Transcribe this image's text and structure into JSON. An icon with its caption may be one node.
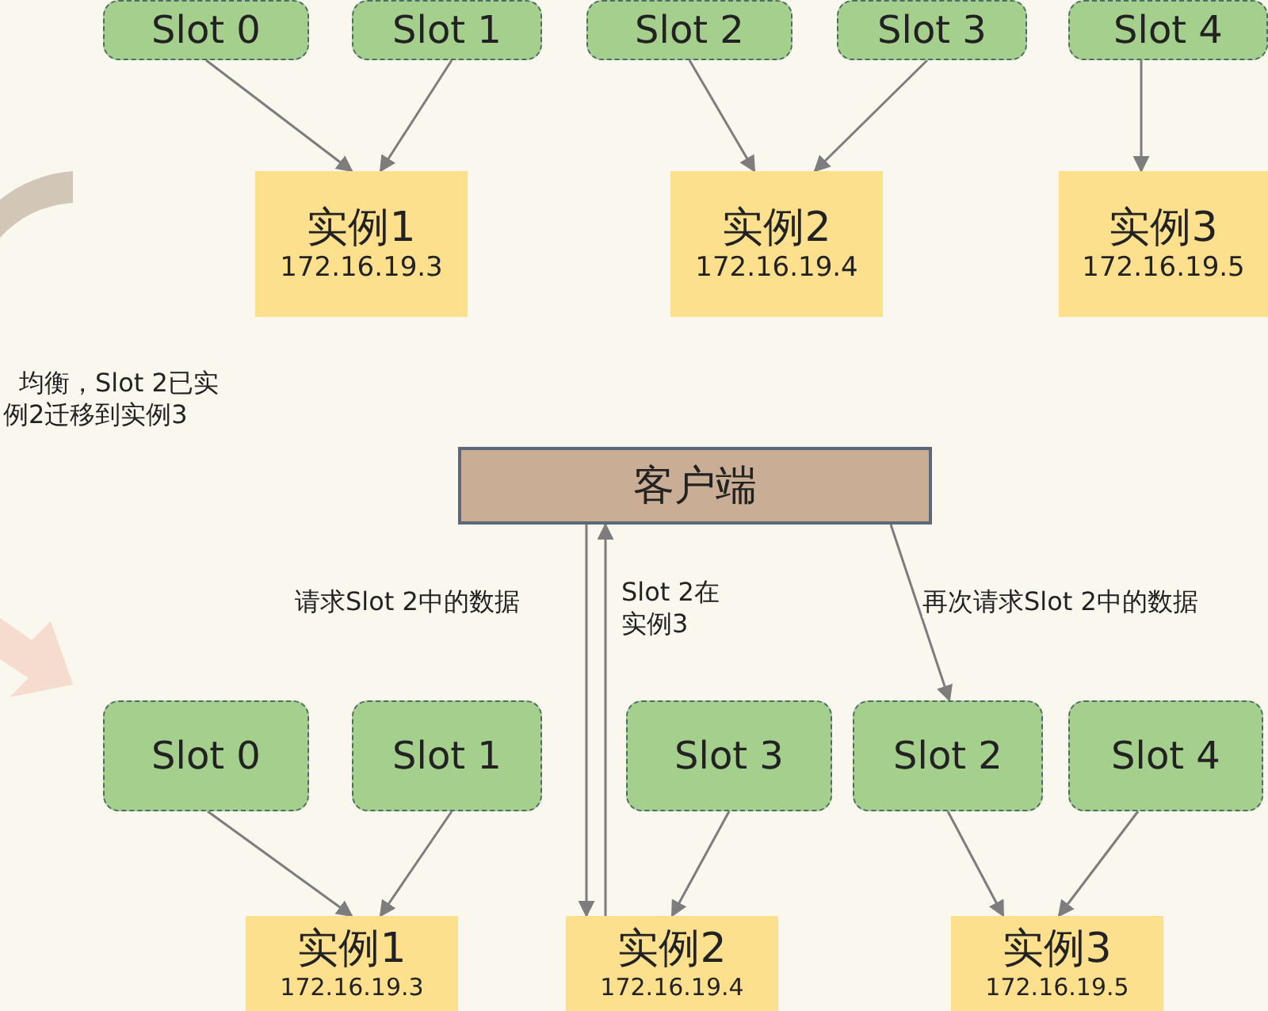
{
  "diagram": {
    "nodes": [
      {
        "text": [
          "Slot 0"
        ]
      },
      {
        "text": [
          "Slot 1"
        ]
      },
      {
        "text": [
          "Slot 2"
        ]
      },
      {
        "text": [
          "Slot 3"
        ]
      },
      {
        "text": [
          "Slot 4"
        ]
      },
      {
        "text": [
          "实例1",
          "172.16.19.3"
        ]
      },
      {
        "text": [
          "实例2",
          "172.16.19.4"
        ]
      },
      {
        "text": [
          "实例3",
          "172.16.19.5"
        ]
      },
      {
        "text": [
          "客户端"
        ]
      },
      {
        "text": [
          "Slot 0"
        ]
      },
      {
        "text": [
          "Slot 1"
        ]
      },
      {
        "text": [
          "Slot 3"
        ]
      },
      {
        "text": [
          "Slot 2"
        ]
      },
      {
        "text": [
          "Slot 4"
        ]
      },
      {
        "text": [
          "实例1",
          "172.16.19.3"
        ]
      },
      {
        "text": [
          "实例2",
          "172.16.19.4"
        ]
      },
      {
        "text": [
          "实例3",
          "172.16.19.5"
        ]
      }
    ],
    "edges": [
      {
        "from": 0,
        "to": 5,
        "arrow": "to"
      },
      {
        "from": 1,
        "to": 5,
        "arrow": "to"
      },
      {
        "from": 2,
        "to": 6,
        "arrow": "to"
      },
      {
        "from": 3,
        "to": 6,
        "arrow": "to"
      },
      {
        "from": 4,
        "to": 7,
        "arrow": "to"
      },
      {
        "from": 8,
        "to": 15,
        "arrow": "to",
        "label": "请求Slot 2中的数据"
      },
      {
        "from": 15,
        "to": 8,
        "arrow": "to",
        "label": "Slot 2在实例3"
      },
      {
        "from": 8,
        "to": 12,
        "arrow": "to",
        "label": "再次请求Slot 2中的数据"
      },
      {
        "from": 9,
        "to": 14,
        "arrow": "to"
      },
      {
        "from": 10,
        "to": 14,
        "arrow": "to"
      },
      {
        "from": 11,
        "to": 15,
        "arrow": "to"
      },
      {
        "from": 12,
        "to": 16,
        "arrow": "to"
      },
      {
        "from": 13,
        "to": 16,
        "arrow": "to"
      }
    ],
    "labels": [
      "均衡，Slot 2已实例2迁移到实例3"
    ]
  }
}
